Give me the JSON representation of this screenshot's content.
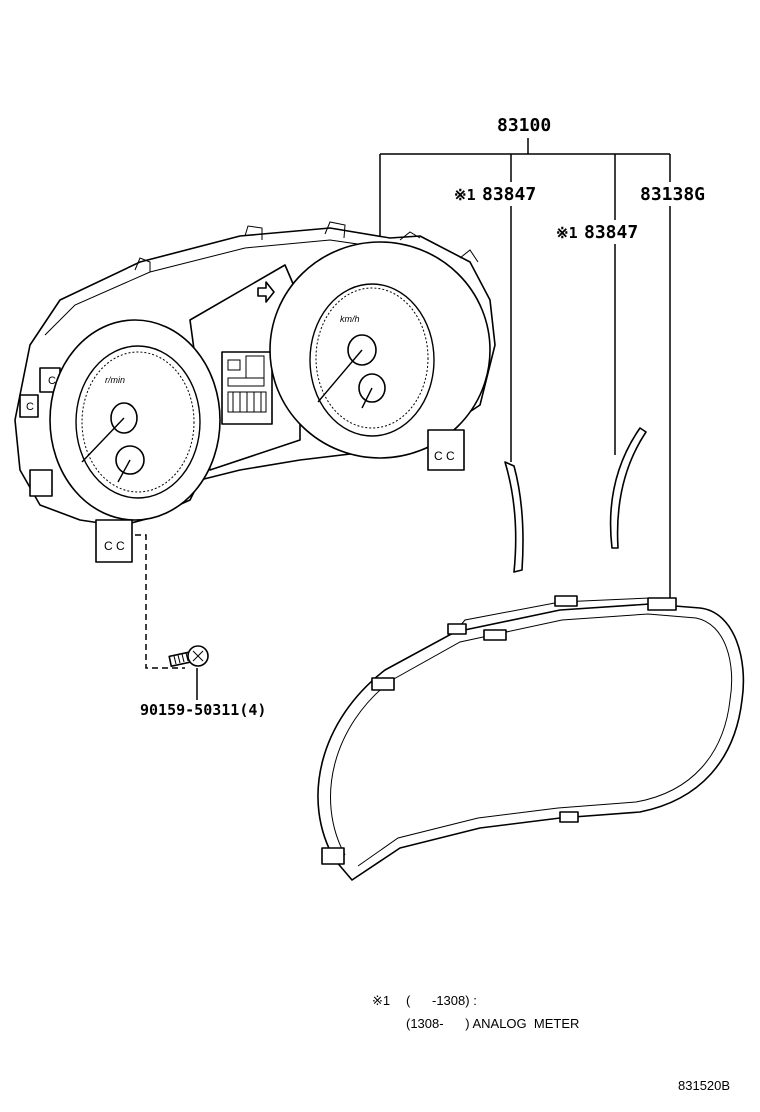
{
  "callouts": {
    "assembly": "83100",
    "lens_left": "83847",
    "lens_right": "83847",
    "glass": "83138G",
    "screw": "90159-50311(4)",
    "ref_mark_1": "※1",
    "ref_mark_2": "※1"
  },
  "gauge_labels": {
    "left_unit": "r/min",
    "right_unit": "km/h"
  },
  "clip_labels": {
    "left": "C C",
    "right": "C C"
  },
  "footnote": {
    "line1_mark": "※1",
    "line1_text": "(      -1308) :",
    "line2_text": "(1308-      ) ANALOG  METER"
  },
  "diagram_id": "831520B",
  "icons": [
    "arrow-icon",
    "screw-icon",
    "clip-icon"
  ]
}
